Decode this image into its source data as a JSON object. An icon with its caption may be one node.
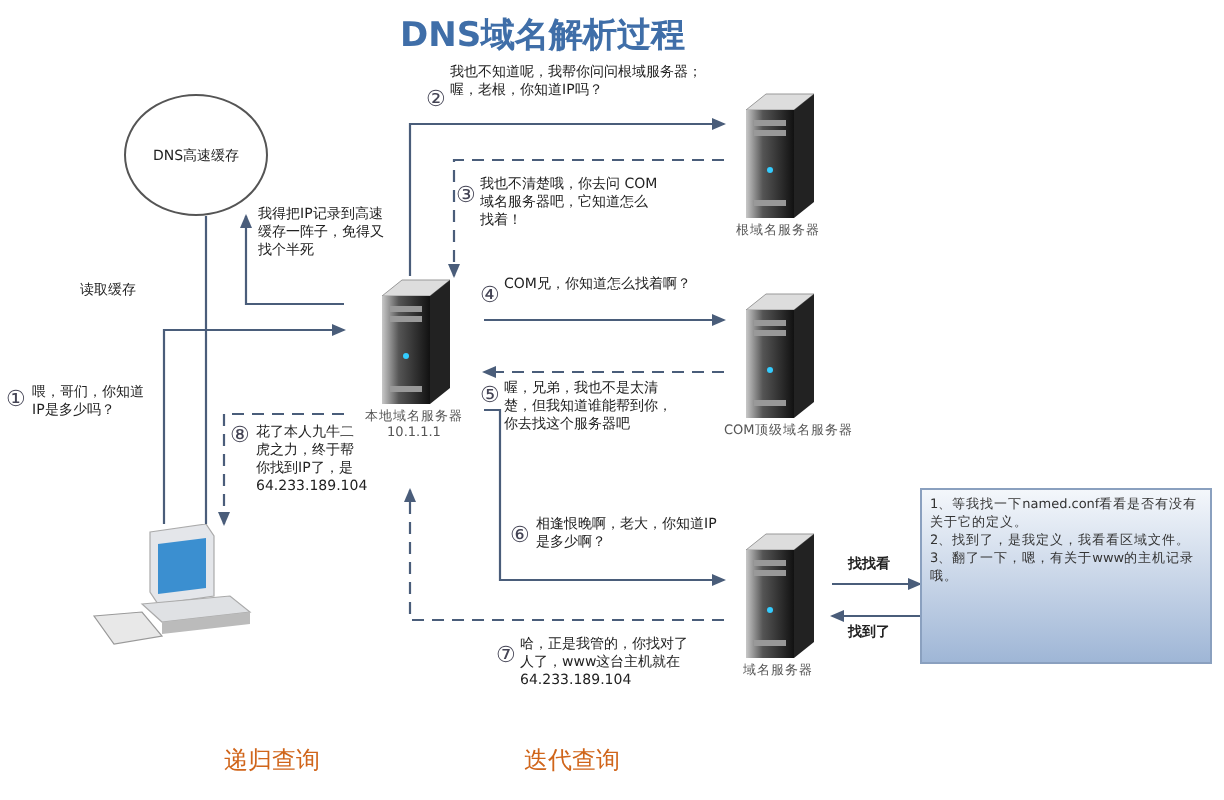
{
  "diagram": {
    "title": "DNS域名解析过程",
    "nodes": [
      {
        "text": [
          "DNS高速缓存"
        ]
      },
      {
        "text": [],
        "shape": "picture"
      },
      {
        "text": [],
        "shape": "picture",
        "beside": [
          "本地域名服务器",
          "10.1.1.1"
        ]
      },
      {
        "text": [],
        "shape": "picture",
        "beside": [
          "根域名服务器"
        ]
      },
      {
        "text": [],
        "shape": "picture",
        "beside": [
          "COM顶级域名服务器"
        ]
      },
      {
        "text": [],
        "shape": "picture",
        "beside": [
          "域名服务器"
        ]
      },
      {
        "text": [
          "1、等我找一下named.conf看看是否有没有关于它的定义。",
          "2、找到了，是我定义，我看看区域文件。",
          "3、翻了一下，嗯，有关于www的主机记录哦。"
        ]
      }
    ],
    "edges": [
      {
        "from": 1,
        "to": 2,
        "arrow": "to",
        "label": "喂，哥们，你知道IP是多少吗？"
      },
      {
        "from": 2,
        "to": 1,
        "arrow": "to",
        "style": "dashed",
        "label": "花了本人九牛二虎之力，终于帮你找到IP了，是64.233.189.104"
      },
      {
        "from": 2,
        "to": 0,
        "arrow": "to",
        "label": "我得把IP记录到高速缓存一阵子，免得又找个半死"
      },
      {
        "from": 0,
        "to": 1,
        "arrow": "none",
        "label": "读取缓存"
      },
      {
        "from": 2,
        "to": 3,
        "arrow": "to",
        "label": "我也不知道呢，我帮你问问根域服务器；喔，老根，你知道IP吗？"
      },
      {
        "from": 3,
        "to": 2,
        "arrow": "to",
        "style": "dashed",
        "label": "我也不清楚哦，你去问 COM域名服务器吧，它知道怎么找着！"
      },
      {
        "from": 2,
        "to": 4,
        "arrow": "to",
        "label": "COM兄，你知道怎么找着啊？"
      },
      {
        "from": 4,
        "to": 2,
        "arrow": "to",
        "style": "dashed",
        "label": "喔，兄弟，我也不是太清楚，但我知道谁能帮到你，你去找这个服务器吧"
      },
      {
        "from": 2,
        "to": 5,
        "arrow": "to",
        "label": "相逢恨晚啊，老大，你知道IP是多少啊？"
      },
      {
        "from": 5,
        "to": 2,
        "arrow": "to",
        "style": "dashed",
        "label": "哈，正是我管的，你找对了人了，www这台主机就在64.233.189.104"
      },
      {
        "from": 5,
        "to": 6,
        "arrow": "to",
        "label": "找找看"
      },
      {
        "from": 6,
        "to": 5,
        "arrow": "to",
        "label": "找到了"
      }
    ],
    "labels": [
      "①",
      "⑧",
      "②",
      "③",
      "④",
      "⑤",
      "⑥",
      "⑦",
      "递归查询",
      "迭代查询"
    ]
  }
}
